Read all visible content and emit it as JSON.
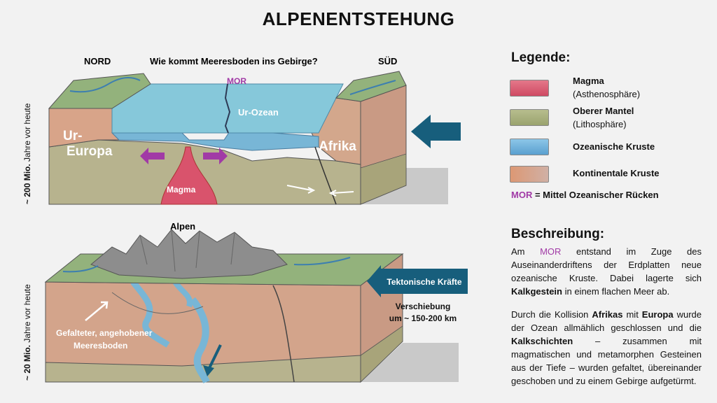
{
  "title": "ALPENENTSTEHUNG",
  "top_diagram": {
    "nord": "NORD",
    "sued": "SÜD",
    "question": "Wie kommt Meeresboden ins Gebirge?",
    "mor": "MOR",
    "ur_ozean": "Ur-Ozean",
    "ur_europa_1": "Ur-",
    "ur_europa_2": "Europa",
    "afrika": "Afrika",
    "magma": "Magma",
    "time_prefix": "~ 200 Mio.",
    "time_suffix": " Jahre vor heute"
  },
  "bottom_diagram": {
    "alpen": "Alpen",
    "tektonische": "Tektonische Kräfte",
    "verschiebung_1": "Verschiebung",
    "verschiebung_2": "um ~ 150-200 km",
    "gefalteter_1": "Gefalteter, angehobener",
    "gefalteter_2": "Meeresboden",
    "time_prefix": "~ 20 Mio.",
    "time_suffix": " Jahre vor heute"
  },
  "legend": {
    "title": "Legende:",
    "items": [
      {
        "name": "Magma",
        "sub": "(Asthenosphäre)",
        "color": "#d9536c"
      },
      {
        "name": "Oberer Mantel",
        "sub": "(Lithosphäre)",
        "color": "#a9b07e"
      },
      {
        "name": "Ozeanische Kruste",
        "sub": "",
        "color": "#6aaed6"
      },
      {
        "name": "Kontinentale Kruste",
        "sub": "",
        "color": "#d9a58a"
      }
    ],
    "mor_abbr": "MOR",
    "mor_def": " = Mittel Ozeanischer Rücken"
  },
  "description": {
    "title": "Beschreibung:",
    "p1_a": "Am ",
    "p1_mor": "MOR",
    "p1_b": " entstand im Zuge des Auseinanderdriftens der Erdplatten neue ozeanische Kruste. Dabei lagerte sich ",
    "p1_kalk": "Kalkgestein",
    "p1_c": " in einem flachen Meer ab.",
    "p2_a": "Durch die Kollision ",
    "p2_afrikas": "Afrikas",
    "p2_b": " mit ",
    "p2_europa": "Europa",
    "p2_c": " wurde der Ozean allmählich geschlossen und die ",
    "p2_kalkschichten": "Kalkschichten",
    "p2_d": " –  zusammen mit magmatischen und metamorphen Gesteinen aus der Tiefe – wurden gefaltet, übereinander geschoben und zu einem Gebirge aufgetürmt."
  },
  "colors": {
    "arrow_blue": "#175e7c",
    "mor_purple": "#a13aa6",
    "ocean": "#7cc0d6",
    "crust": "#d7a488",
    "mantle": "#b4b08a",
    "magma": "#d9536c",
    "land_green": "#8fb07a"
  }
}
